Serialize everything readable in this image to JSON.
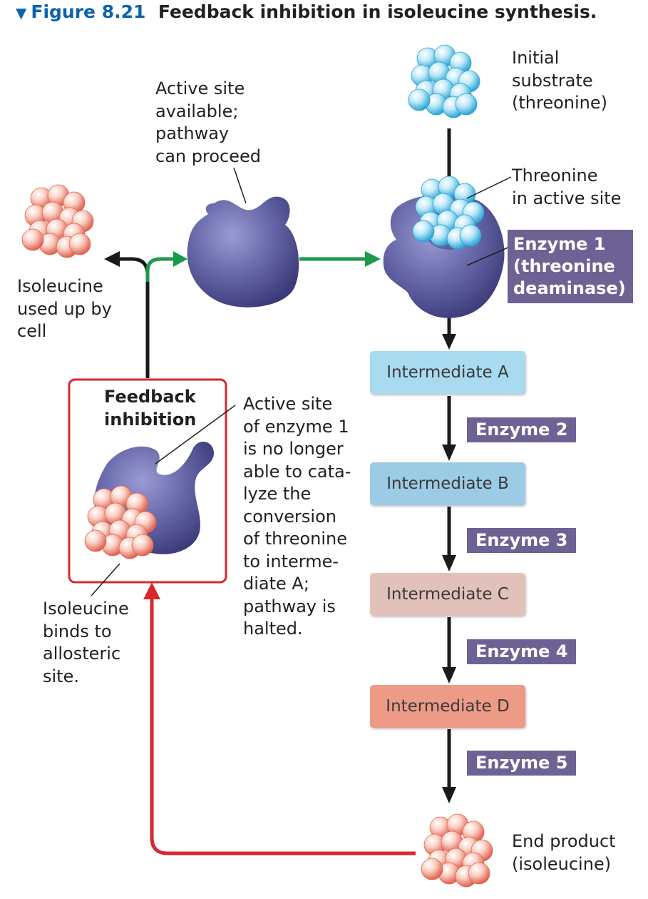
{
  "figure": {
    "marker": "▼",
    "number": "Figure 8.21",
    "title": "Feedback inhibition in isoleucine synthesis."
  },
  "labels": {
    "initial_substrate": "Initial\nsubstrate\n(threonine)",
    "active_site_available": "Active site\navailable;\npathway\ncan proceed",
    "threonine_in_active_site": "Threonine\nin active site",
    "isoleucine_used_up": "Isoleucine\nused up by\ncell",
    "feedback_inhibition": "Feedback\ninhibition",
    "active_site_blocked": "Active site\nof enzyme 1\nis no longer\nable to cata-\nlyze the\nconversion\nof threonine\nto interme-\ndiate A;\npathway is\nhalted.",
    "isoleucine_binds": "Isoleucine\nbinds to\nallosteric\nsite.",
    "end_product": "End product\n(isoleucine)"
  },
  "enzymes": {
    "enzyme1": "Enzyme 1\n(threonine\ndeaminase)",
    "enzyme2": "Enzyme 2",
    "enzyme3": "Enzyme 3",
    "enzyme4": "Enzyme 4",
    "enzyme5": "Enzyme 5"
  },
  "intermediates": {
    "a": "Intermediate A",
    "b": "Intermediate B",
    "c": "Intermediate C",
    "d": "Intermediate D"
  },
  "colors": {
    "enzyme_body": "#6a6aa8",
    "enzyme_label_bg": "#6e6294",
    "threonine": "#5cc4ea",
    "isoleucine": "#f08a78",
    "intermediate_a": "#a8daf0",
    "intermediate_b": "#9ccbe6",
    "intermediate_c": "#e2c1bb",
    "intermediate_d": "#ed9a86",
    "feedback_arrow": "#d7282f",
    "green_arrow": "#1a9a4a"
  }
}
